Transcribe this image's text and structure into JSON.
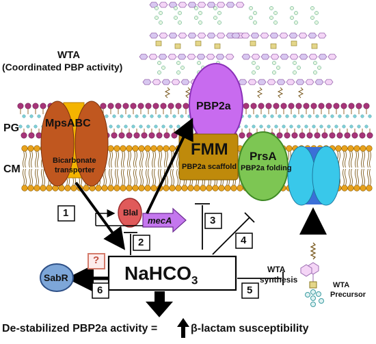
{
  "labels": {
    "wta_title": "WTA",
    "wta_subtitle": "(Coordinated PBP activity)",
    "pg": "PG",
    "cm": "CM",
    "mpsabc": "MpsABC",
    "mpsabc_sub1": "Bicarbonate",
    "mpsabc_sub2": "transporter",
    "pbp2a": "PBP2a",
    "fmm": "FMM",
    "fmm_sub": "PBP2a scaffold",
    "prsa": "PrsA",
    "prsa_sub": "PBP2a folding",
    "blai": "BlaI",
    "meca": "mecA",
    "nahco3_main": "NaHCO",
    "nahco3_sub": "3",
    "sabr": "SabR",
    "question": "?",
    "wta_synthesis_1": "WTA",
    "wta_synthesis_2": "synthesis",
    "wta_precursor_1": "WTA",
    "wta_precursor_2": "Precursor",
    "bottom_left": "De-stabilized PBP2a activity =",
    "bottom_right": "β-lactam susceptibility"
  },
  "steps": [
    "1",
    "2",
    "3",
    "4",
    "5",
    "6"
  ],
  "colors": {
    "mpsabc_body": "#c0571f",
    "mpsabc_core": "#f4b400",
    "pbp2a": "#c86bef",
    "fmm": "#bf8a0b",
    "prsa": "#7dc653",
    "transporter": "#39c8ea",
    "sabr": "#7da6d8",
    "blai": "#e05a5a",
    "meca": "#c477ee",
    "lipid_head_pg": "#a7357a",
    "lipid_head_cm": "#e8a21c",
    "question_border": "#d47a6a"
  }
}
